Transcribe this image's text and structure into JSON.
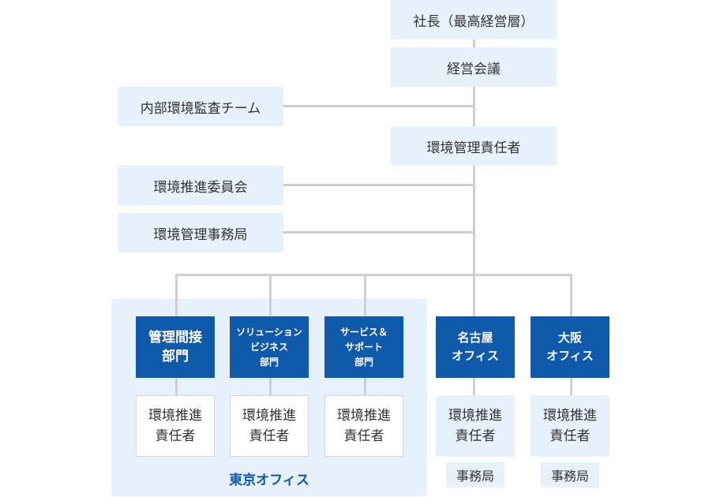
{
  "chart": {
    "president": "社長（最高経営層）",
    "management_meeting": "経営会議",
    "internal_audit_team": "内部環境監査チーム",
    "env_manager": "環境管理責任者",
    "env_committee": "環境推進委員会",
    "env_office": "環境管理事務局",
    "tokyo_office_label": "東京オフィス",
    "departments": [
      {
        "name": "管理間接\n部門",
        "person": "環境推進\n責任者"
      },
      {
        "name": "ソリューション\nビジネス\n部門",
        "person": "環境推進\n責任者"
      },
      {
        "name": "サービス＆\nサポート\n部門",
        "person": "環境推進\n責任者"
      },
      {
        "name": "名古屋\nオフィス",
        "person": "環境推進\n責任者",
        "secretariat": "事務局"
      },
      {
        "name": "大阪\nオフィス",
        "person": "環境推進\n責任者",
        "secretariat": "事務局"
      }
    ]
  },
  "colors": {
    "light_box": "#e6f1fb",
    "dark_box": "#0f5aab",
    "line": "#cfcfcf"
  }
}
